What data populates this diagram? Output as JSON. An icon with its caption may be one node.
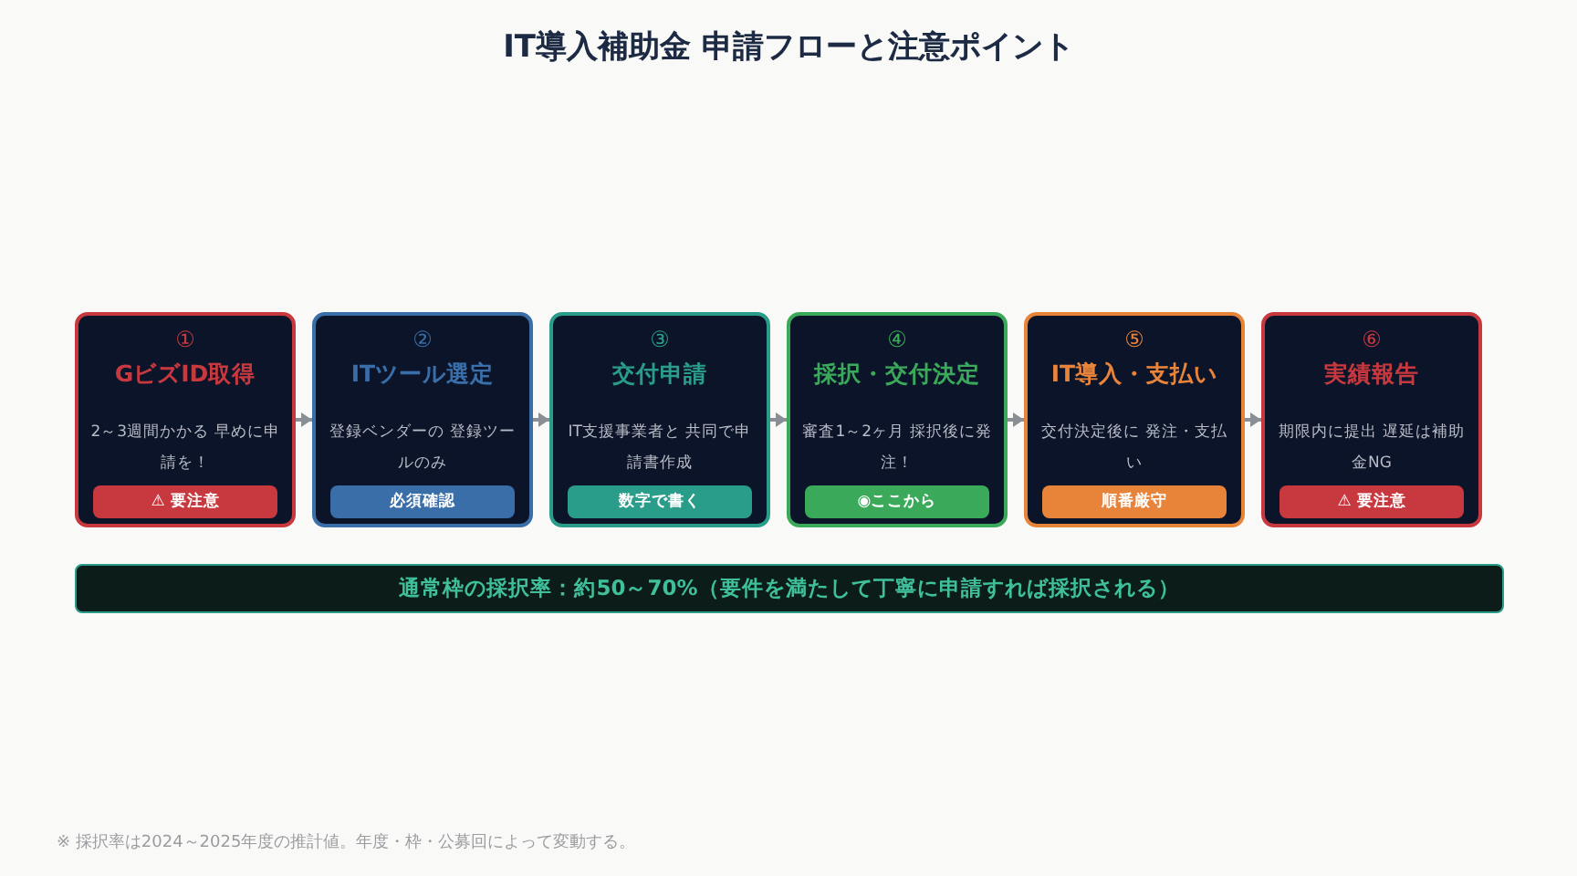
{
  "diagram": {
    "title": "IT導入補助金 申請フローと注意ポイント",
    "nodes": [
      {
        "text": [
          "①",
          "GビズID取得",
          "2～3週間かかる 早めに申請を！"
        ]
      },
      {
        "text": [
          "⚠ 要注意"
        ],
        "in": 0
      },
      {
        "text": [
          "②",
          "ITツール選定",
          "登録ベンダーの 登録ツールのみ"
        ]
      },
      {
        "text": [
          "必須確認"
        ],
        "in": 2
      },
      {
        "text": [
          "③",
          "交付申請",
          "IT支援事業者と 共同で申請書作成"
        ]
      },
      {
        "text": [
          "数字で書く"
        ],
        "in": 4
      },
      {
        "text": [
          "④",
          "採択・交付決定",
          "審査1～2ヶ月 採択後に発注！"
        ]
      },
      {
        "text": [
          "◉ここから"
        ],
        "in": 6
      },
      {
        "text": [
          "⑤",
          "IT導入・支払い",
          "交付決定後に 発注・支払い"
        ]
      },
      {
        "text": [
          "順番厳守"
        ],
        "in": 8
      },
      {
        "text": [
          "⑥",
          "実績報告",
          "期限内に提出 遅延は補助金NG"
        ]
      },
      {
        "text": [
          "⚠ 要注意"
        ],
        "in": 10
      },
      {
        "text": [
          "通常枠の採択率：約50～70%（要件を満たして丁寧に申請すれば採択される）"
        ]
      }
    ],
    "edges": [
      {
        "from": 0,
        "to": 2,
        "arrow": "to"
      },
      {
        "from": 2,
        "to": 4,
        "arrow": "to"
      },
      {
        "from": 4,
        "to": 6,
        "arrow": "to"
      },
      {
        "from": 6,
        "to": 8,
        "arrow": "to"
      },
      {
        "from": 8,
        "to": 10,
        "arrow": "to"
      }
    ],
    "labels": [
      "※ 採択率は2024～2025年度の推計値。年度・枠・公募回によって変動する。"
    ]
  }
}
